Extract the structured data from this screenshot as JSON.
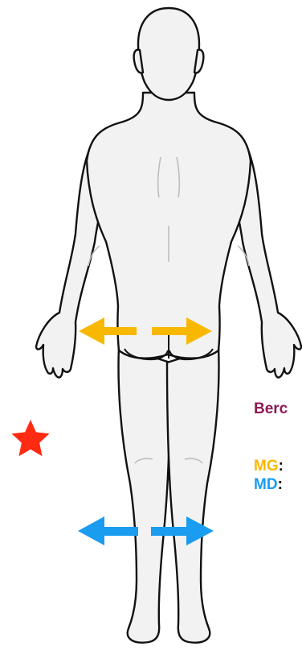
{
  "colors": {
    "background": "#ffffff",
    "body_fill": "#f2f2f2",
    "body_outline": "#111111",
    "muscle_lines": "#bdbdbd",
    "hip_arrows": "#f9b800",
    "knee_arrows": "#1a9cf0",
    "star": "#ff2a12",
    "title_text": "#8e1a55",
    "mg_text": "#f9b800",
    "md_text": "#1a9cf0"
  },
  "icons": {
    "star": "star-icon",
    "hip_arrows": "double-arrow-icon",
    "knee_arrows": "double-arrow-icon"
  },
  "labels": {
    "title": "Berc",
    "mg": "MG",
    "md": "MD",
    "separator": ":"
  }
}
